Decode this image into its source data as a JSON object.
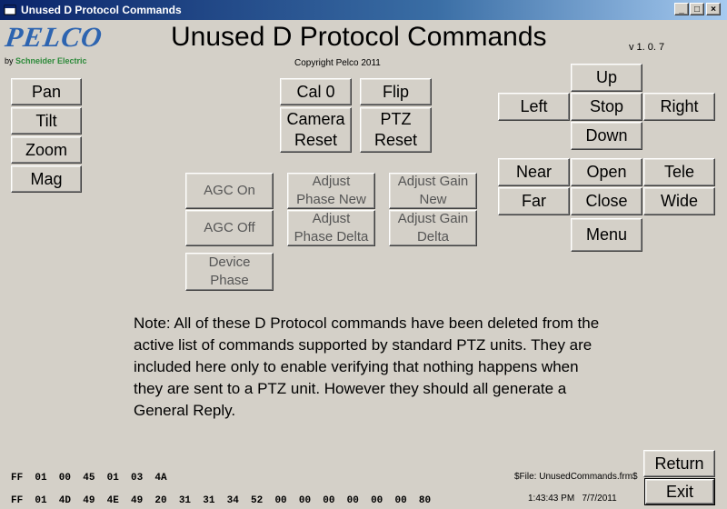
{
  "window": {
    "title": "Unused D Protocol Commands",
    "controls": {
      "minimize": "_",
      "maximize": "□",
      "close": "×"
    }
  },
  "logo": {
    "brand": "PELCO",
    "by": "by",
    "company": "Schneider Electric"
  },
  "header": {
    "title": "Unused D Protocol Commands",
    "version": "v 1. 0. 7",
    "copyright": "Copyright Pelco 2011"
  },
  "left_buttons": {
    "pan": "Pan",
    "tilt": "Tilt",
    "zoom": "Zoom",
    "mag": "Mag"
  },
  "center_buttons": {
    "cal0": "Cal 0",
    "flip": "Flip",
    "camera_reset": "Camera\nReset",
    "ptz_reset": "PTZ\nReset"
  },
  "function_buttons": {
    "agc_on": "AGC On",
    "agc_off": "AGC Off",
    "adjust_phase_new": "Adjust\nPhase New",
    "adjust_phase_delta": "Adjust\nPhase Delta",
    "adjust_gain_new": "Adjust Gain\nNew",
    "adjust_gain_delta": "Adjust Gain\nDelta",
    "device_phase": "Device\nPhase"
  },
  "ptz_pad": {
    "up": "Up",
    "left": "Left",
    "stop": "Stop",
    "right": "Right",
    "down": "Down",
    "near": "Near",
    "open": "Open",
    "tele": "Tele",
    "far": "Far",
    "close": "Close",
    "wide": "Wide",
    "menu": "Menu"
  },
  "note": "Note: All of these D Protocol commands have been deleted from the active list of commands supported by standard PTZ units. They are included here only to enable verifying that nothing happens when they are sent to a PTZ unit. However they should all generate a General Reply.",
  "footer": {
    "hex_sent": "FF  01  00  45  01  03  4A",
    "hex_reply": "FF  01  4D  49  4E  49  20  31  31  34  52  00  00  00  00  00  00  80",
    "file": "$File: UnusedCommands.frm$",
    "time": "1:43:43 PM",
    "date": "7/7/2011",
    "return": "Return",
    "exit": "Exit"
  },
  "colors": {
    "face": "#d4d0c8",
    "title_bar": "#0a246a",
    "logo_blue": "#2d64b0",
    "logo_green": "#2d8a3a"
  }
}
